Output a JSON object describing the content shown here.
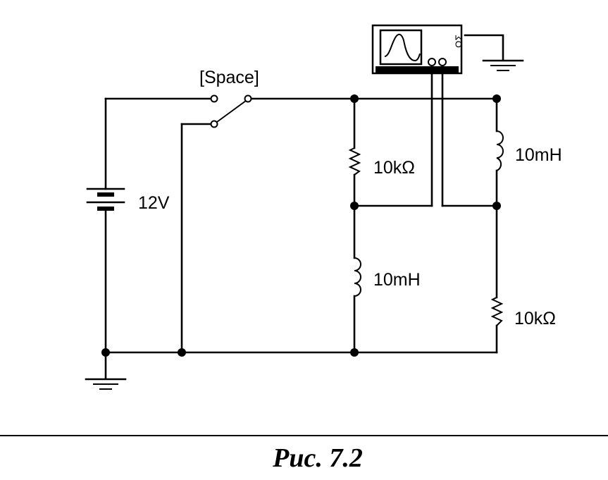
{
  "diagram": {
    "switch_label": "[Space]",
    "battery_label": "12V",
    "resistor_top_label": "10kΩ",
    "inductor_top_label": "10mH",
    "inductor_bottom_label": "10mH",
    "resistor_bottom_label": "10kΩ",
    "scope_terminal_label": "ΩΣ"
  },
  "caption": "Рис. 7.2"
}
